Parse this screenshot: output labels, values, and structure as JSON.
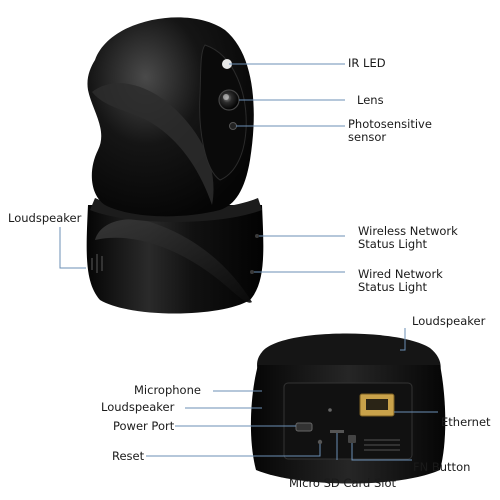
{
  "labels": {
    "ir_led": "IR LED",
    "lens": "Lens",
    "photosensitive_sensor": [
      "Photosensitive",
      "sensor"
    ],
    "loudspeaker_main": "Loudspeaker",
    "wireless_status": [
      "Wireless Network",
      "Status Light"
    ],
    "wired_status": [
      "Wired Network",
      "Status Light"
    ],
    "loudspeaker_rear": "Loudspeaker",
    "microphone": "Microphone",
    "loudspeaker_bottom": "Loudspeaker",
    "power_port": "Power Port",
    "ethernet": "Ethernet",
    "reset": "Reset",
    "micro_sd": "Micro SD Card Slot",
    "fn_button": "FN Button"
  },
  "colors": {
    "camera_body": "#0d0d0d",
    "leader_line": "#6b8fb5",
    "ethernet_port": "#c9a24a"
  }
}
